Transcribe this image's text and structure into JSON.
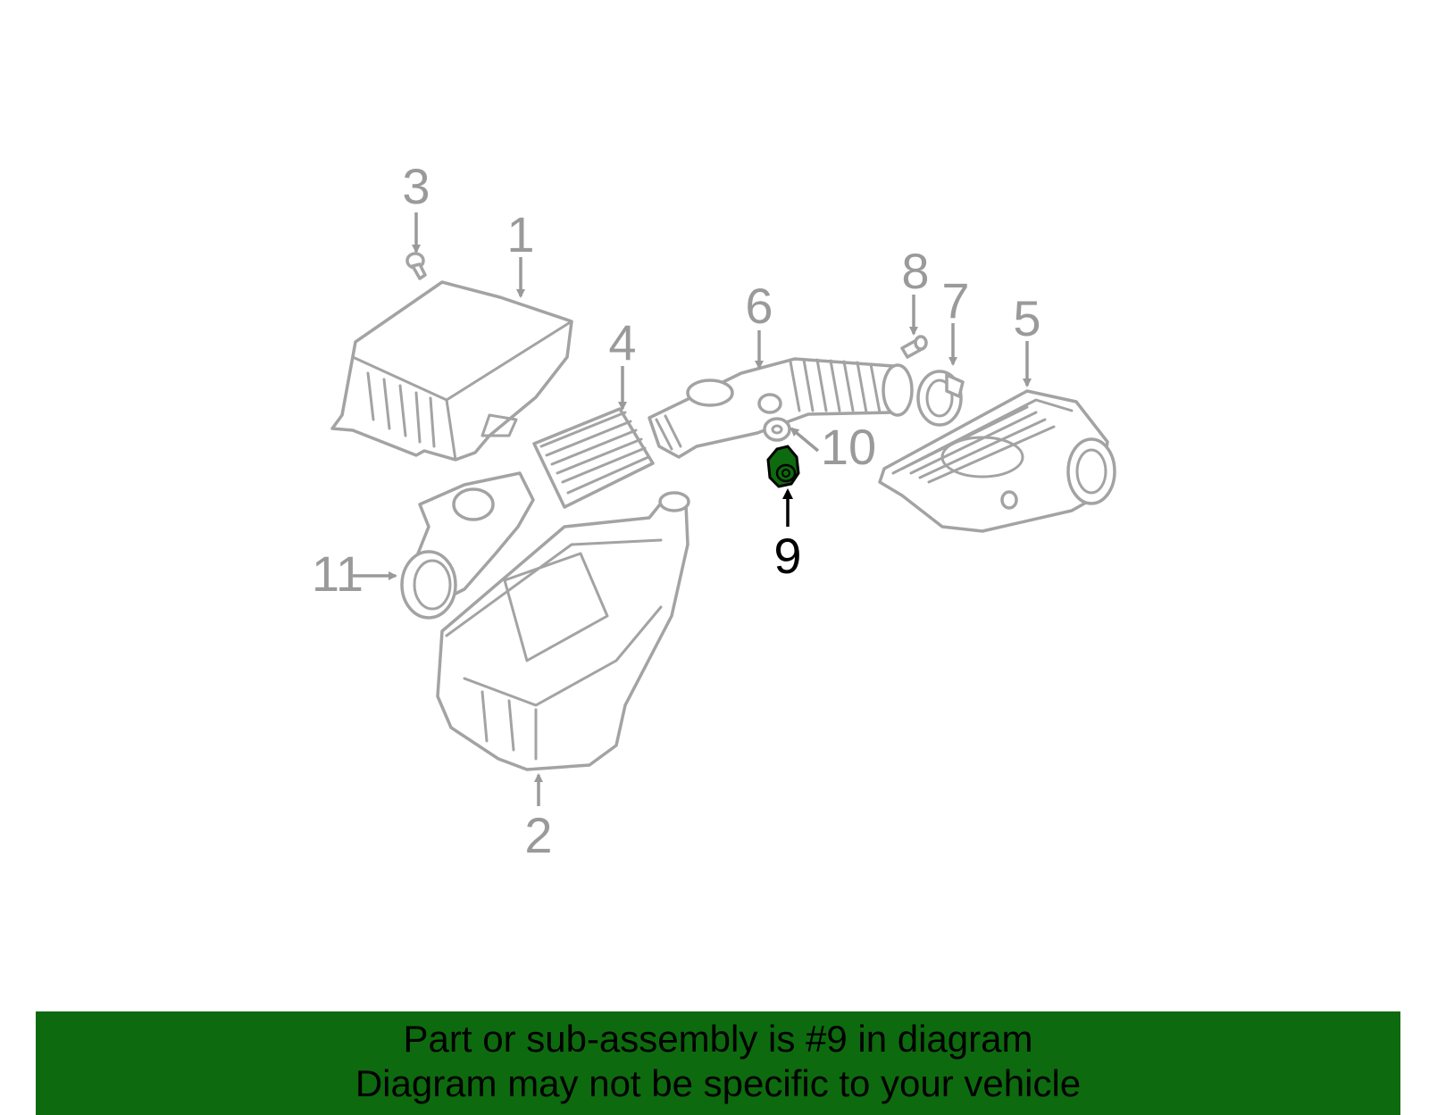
{
  "diagram": {
    "labels": [
      "1",
      "2",
      "3",
      "4",
      "5",
      "6",
      "7",
      "8",
      "9",
      "10",
      "11"
    ],
    "highlight_label": "9",
    "highlight_color": "#0e6a0e",
    "part_color": "#a3a3a3"
  },
  "banner": {
    "line1": "Part or sub-assembly is #9 in diagram",
    "line2": "Diagram may not be specific to your vehicle",
    "color": "#0e6a0e"
  }
}
